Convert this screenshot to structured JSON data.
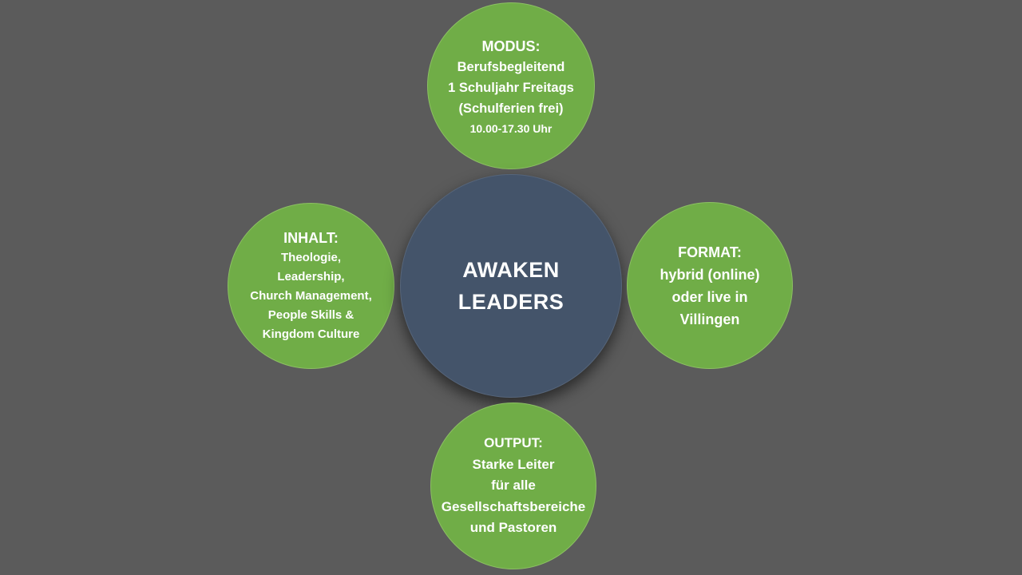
{
  "center": {
    "lines": [
      "AWAKEN",
      "LEADERS"
    ]
  },
  "top": {
    "heading": "MODUS:",
    "lines": [
      "Berufsbegleitend",
      "1 Schuljahr Freitags",
      "(Schulferien frei)"
    ],
    "time": "10.00-17.30 Uhr"
  },
  "left": {
    "heading": "INHALT:",
    "lines": [
      "Theologie,",
      "Leadership,",
      "Church Management,",
      "People Skills &",
      "Kingdom Culture"
    ]
  },
  "right": {
    "heading": "FORMAT:",
    "lines": [
      "hybrid (online)",
      "oder live in",
      "Villingen"
    ]
  },
  "bottom": {
    "heading": "OUTPUT:",
    "lines": [
      "Starke Leiter",
      "für alle",
      "Gesellschaftsbereiche",
      "und Pastoren"
    ]
  },
  "colors": {
    "background": "#5b5b5b",
    "center": "#44546a",
    "satellite": "#70ad47",
    "text": "#ffffff"
  }
}
